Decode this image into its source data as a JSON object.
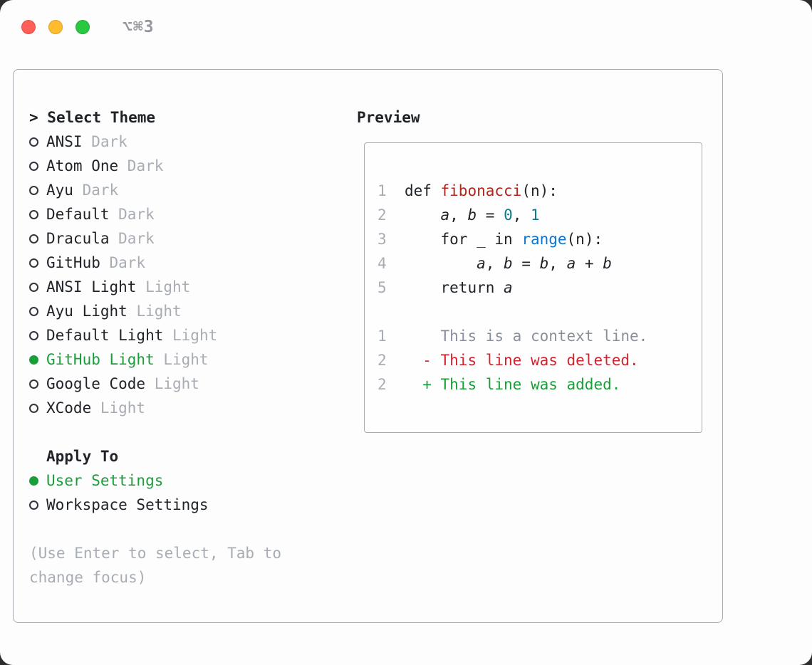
{
  "titlebar": {
    "shortcut": "⌥⌘3"
  },
  "panel": {
    "selector": {
      "prompt": ">",
      "title": "Select Theme",
      "themes": [
        {
          "name": "ANSI",
          "variant": "Dark",
          "selected": false
        },
        {
          "name": "Atom One",
          "variant": "Dark",
          "selected": false
        },
        {
          "name": "Ayu",
          "variant": "Dark",
          "selected": false
        },
        {
          "name": "Default",
          "variant": "Dark",
          "selected": false
        },
        {
          "name": "Dracula",
          "variant": "Dark",
          "selected": false
        },
        {
          "name": "GitHub",
          "variant": "Dark",
          "selected": false
        },
        {
          "name": "ANSI Light",
          "variant": "Light",
          "selected": false
        },
        {
          "name": "Ayu Light",
          "variant": "Light",
          "selected": false
        },
        {
          "name": "Default Light",
          "variant": "Light",
          "selected": false
        },
        {
          "name": "GitHub Light",
          "variant": "Light",
          "selected": true
        },
        {
          "name": "Google Code",
          "variant": "Light",
          "selected": false
        },
        {
          "name": "XCode",
          "variant": "Light",
          "selected": false
        }
      ]
    },
    "apply_to": {
      "title": "Apply To",
      "options": [
        {
          "label": "User Settings",
          "selected": true
        },
        {
          "label": "Workspace Settings",
          "selected": false
        }
      ]
    },
    "hint": "(Use Enter to select, Tab to change focus)"
  },
  "preview": {
    "title": "Preview",
    "lines": [
      {
        "num": "1",
        "tokens": [
          {
            "t": "  def ",
            "c": "p"
          },
          {
            "t": "fibonacci",
            "c": "fn"
          },
          {
            "t": "(n):",
            "c": "p"
          }
        ]
      },
      {
        "num": "2",
        "tokens": [
          {
            "t": "      ",
            "c": "p"
          },
          {
            "t": "a",
            "c": "v"
          },
          {
            "t": ", ",
            "c": "p"
          },
          {
            "t": "b",
            "c": "v"
          },
          {
            "t": " = ",
            "c": "p"
          },
          {
            "t": "0",
            "c": "n"
          },
          {
            "t": ", ",
            "c": "p"
          },
          {
            "t": "1",
            "c": "n"
          }
        ]
      },
      {
        "num": "3",
        "tokens": [
          {
            "t": "      for _ in ",
            "c": "p"
          },
          {
            "t": "range",
            "c": "b"
          },
          {
            "t": "(n):",
            "c": "p"
          }
        ]
      },
      {
        "num": "4",
        "tokens": [
          {
            "t": "          ",
            "c": "p"
          },
          {
            "t": "a",
            "c": "v"
          },
          {
            "t": ", ",
            "c": "p"
          },
          {
            "t": "b",
            "c": "v"
          },
          {
            "t": " = ",
            "c": "p"
          },
          {
            "t": "b",
            "c": "v"
          },
          {
            "t": ", ",
            "c": "p"
          },
          {
            "t": "a",
            "c": "v"
          },
          {
            "t": " + ",
            "c": "p"
          },
          {
            "t": "b",
            "c": "v"
          }
        ]
      },
      {
        "num": "5",
        "tokens": [
          {
            "t": "      return ",
            "c": "p"
          },
          {
            "t": "a",
            "c": "v"
          }
        ]
      },
      {
        "num": "",
        "tokens": []
      },
      {
        "num": "1",
        "tokens": [
          {
            "t": "      This is a context line.",
            "c": "ctx"
          }
        ]
      },
      {
        "num": "2",
        "tokens": [
          {
            "t": "    - This line was deleted.",
            "c": "del"
          }
        ]
      },
      {
        "num": "2",
        "tokens": [
          {
            "t": "    + This line was added.",
            "c": "add"
          }
        ]
      }
    ]
  },
  "colors": {
    "accent-green": "#1a9e3a",
    "text": "#1f2328",
    "muted": "#a8adb4",
    "lineno": "#a8adb4",
    "func-red": "#b3261e",
    "number-teal": "#0e7a8a",
    "builtin-blue": "#0d74ce",
    "diff-context": "#8a9099",
    "diff-deleted": "#d1242f",
    "diff-added": "#1a9e3a",
    "traffic-red": "#ff5f57",
    "traffic-yellow": "#febc2e",
    "traffic-green": "#28c840"
  }
}
